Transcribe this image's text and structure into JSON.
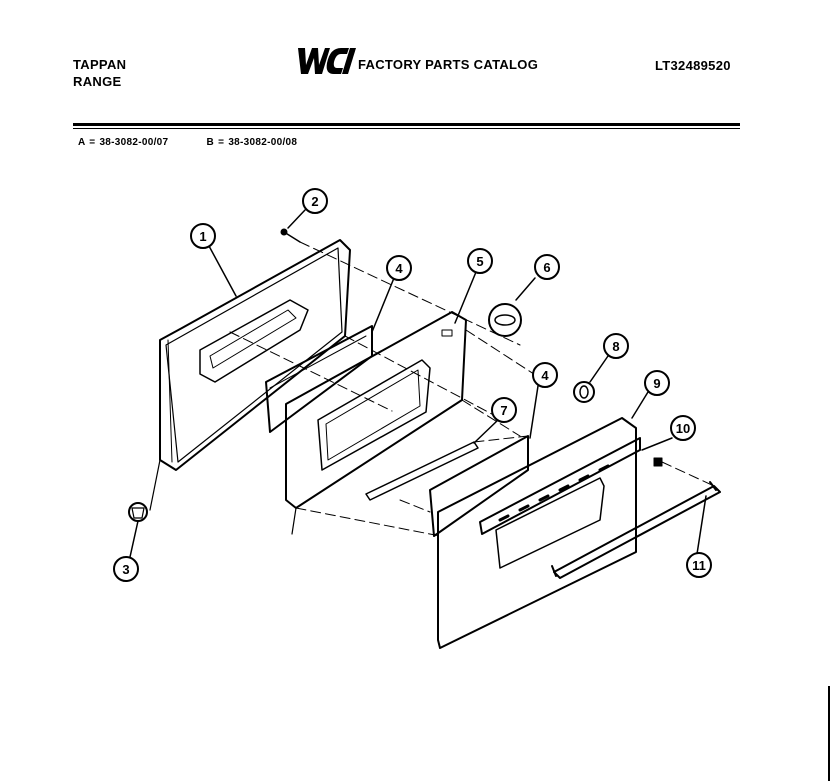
{
  "header": {
    "brand_line1": "TAPPAN",
    "brand_line2": "RANGE",
    "logo_text": "WCI",
    "catalog_title": "FACTORY PARTS CATALOG",
    "catalog_number": "LT32489520"
  },
  "models": {
    "a": "A = 38-3082-00/07",
    "b": "B = 38-3082-00/08"
  },
  "callouts": [
    "1",
    "2",
    "3",
    "4",
    "5",
    "6",
    "7",
    "8",
    "9",
    "10",
    "11",
    "4"
  ]
}
